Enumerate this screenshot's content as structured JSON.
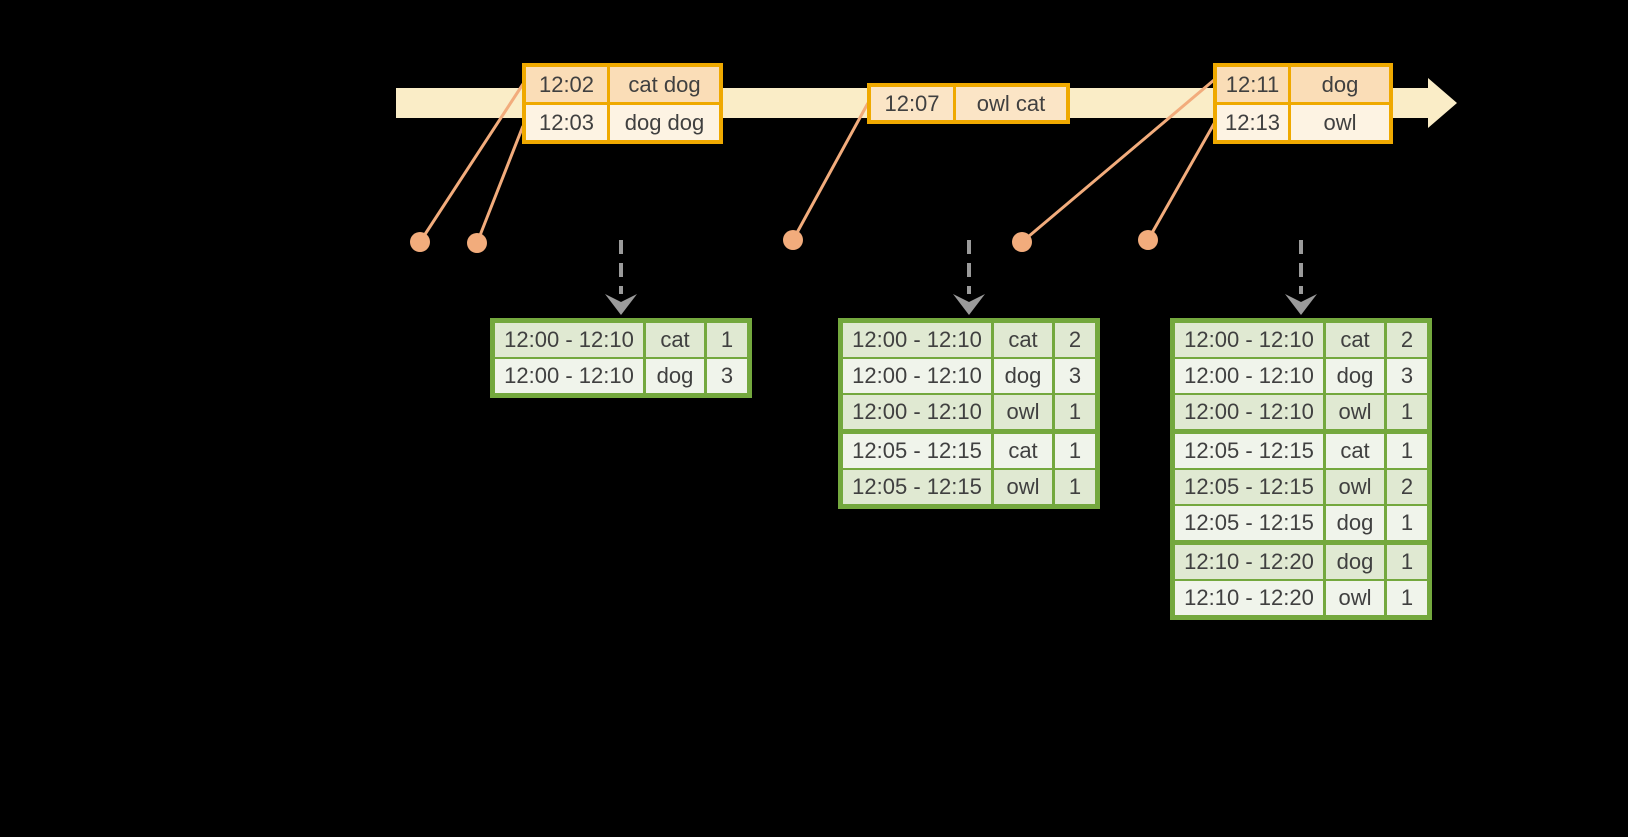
{
  "colors": {
    "background": "#000000",
    "timeline_band": "#FAEDC7",
    "event_border": "#EFA900",
    "event_row_odd": "#FADDB7",
    "event_row_even": "#FDF3E3",
    "event_row_single": "#FBE5C6",
    "result_border": "#74A83E",
    "result_row_odd": "#E0E9D2",
    "result_row_even": "#F0F4EB",
    "connector": "#F2AC7C",
    "trigger_arrow": "#9B9B9B",
    "text": "#404040"
  },
  "event_tables": [
    {
      "rows": [
        {
          "time": "12:02",
          "words": "cat dog"
        },
        {
          "time": "12:03",
          "words": "dog dog"
        }
      ]
    },
    {
      "rows": [
        {
          "time": "12:07",
          "words": "owl cat"
        }
      ]
    },
    {
      "rows": [
        {
          "time": "12:11",
          "words": "dog"
        },
        {
          "time": "12:13",
          "words": "owl"
        }
      ]
    }
  ],
  "result_tables": [
    {
      "rows": [
        {
          "window": "12:00 - 12:10",
          "word": "cat",
          "count": "1"
        },
        {
          "window": "12:00 - 12:10",
          "word": "dog",
          "count": "3"
        }
      ]
    },
    {
      "rows": [
        {
          "window": "12:00 - 12:10",
          "word": "cat",
          "count": "2"
        },
        {
          "window": "12:00 - 12:10",
          "word": "dog",
          "count": "3"
        },
        {
          "window": "12:00 - 12:10",
          "word": "owl",
          "count": "1"
        },
        {
          "window": "12:05 - 12:15",
          "word": "cat",
          "count": "1"
        },
        {
          "window": "12:05 - 12:15",
          "word": "owl",
          "count": "1"
        }
      ]
    },
    {
      "rows": [
        {
          "window": "12:00 - 12:10",
          "word": "cat",
          "count": "2"
        },
        {
          "window": "12:00 - 12:10",
          "word": "dog",
          "count": "3"
        },
        {
          "window": "12:00 - 12:10",
          "word": "owl",
          "count": "1"
        },
        {
          "window": "12:05 - 12:15",
          "word": "cat",
          "count": "1"
        },
        {
          "window": "12:05 - 12:15",
          "word": "owl",
          "count": "2"
        },
        {
          "window": "12:05 - 12:15",
          "word": "dog",
          "count": "1"
        },
        {
          "window": "12:10 - 12:20",
          "word": "dog",
          "count": "1"
        },
        {
          "window": "12:10 - 12:20",
          "word": "owl",
          "count": "1"
        }
      ]
    }
  ]
}
